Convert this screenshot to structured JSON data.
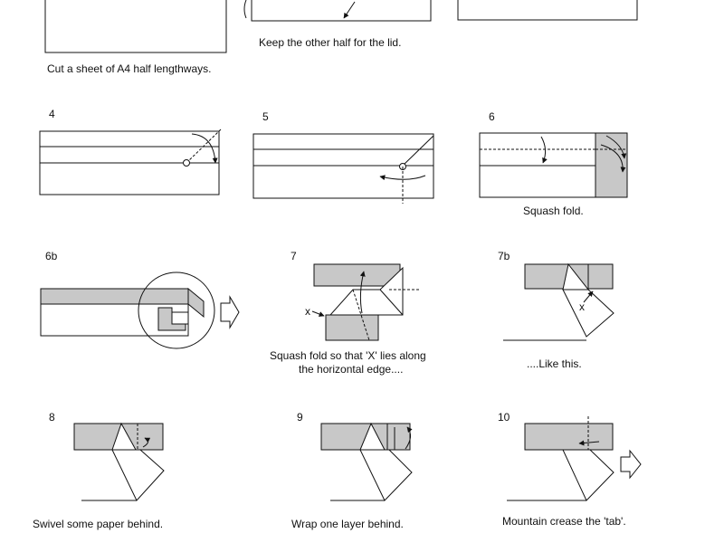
{
  "steps": [
    {
      "id": "1",
      "number": "",
      "caption": "Cut a sheet of A4 half lengthways."
    },
    {
      "id": "2",
      "number": "",
      "caption": "Keep the other half for the lid."
    },
    {
      "id": "3",
      "number": "",
      "caption": ""
    },
    {
      "id": "4",
      "number": "4",
      "caption": ""
    },
    {
      "id": "5",
      "number": "5",
      "caption": ""
    },
    {
      "id": "6",
      "number": "6",
      "caption": "Squash fold."
    },
    {
      "id": "6b",
      "number": "6b",
      "caption": ""
    },
    {
      "id": "7",
      "number": "7",
      "caption_lines": [
        "Squash fold so that 'X' lies along",
        "the horizontal edge...."
      ],
      "marker": "x"
    },
    {
      "id": "7b",
      "number": "7b",
      "caption": "....Like this.",
      "marker": "x"
    },
    {
      "id": "8",
      "number": "8",
      "caption": "Swivel some paper behind."
    },
    {
      "id": "9",
      "number": "9",
      "caption": "Wrap one layer behind."
    },
    {
      "id": "10",
      "number": "10",
      "caption": "Mountain crease the 'tab'."
    }
  ]
}
